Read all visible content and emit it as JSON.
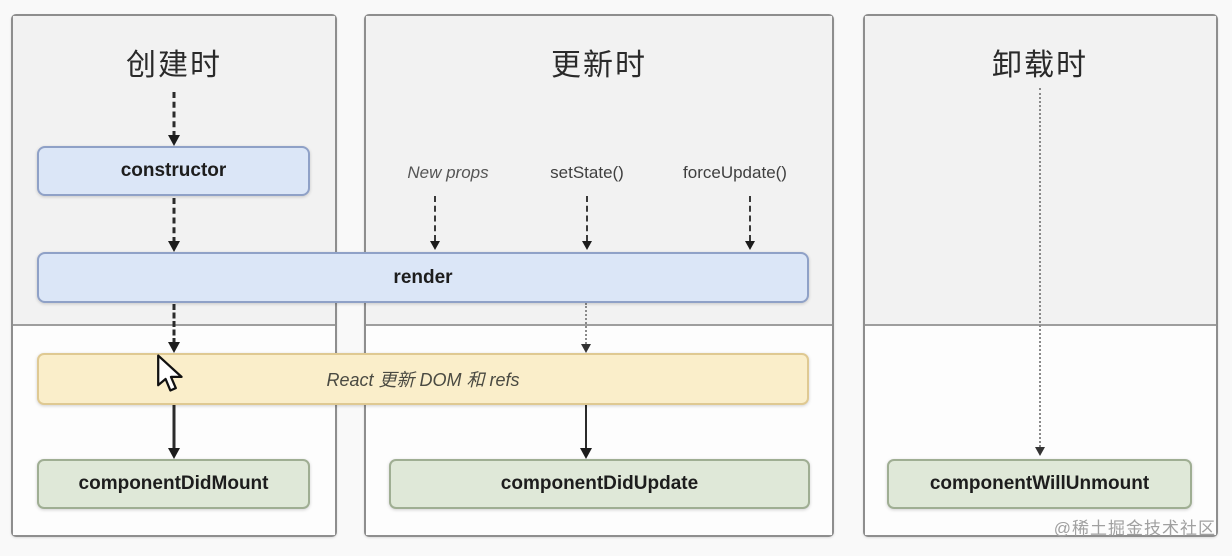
{
  "panels": [
    {
      "title": "创建时"
    },
    {
      "title": "更新时"
    },
    {
      "title": "卸载时"
    }
  ],
  "nodes": {
    "constructor": "constructor",
    "render": "render",
    "react_update": "React 更新 DOM 和 refs",
    "component_did_mount": "componentDidMount",
    "component_did_update": "componentDidUpdate",
    "component_will_unmount": "componentWillUnmount"
  },
  "update_triggers": [
    {
      "label": "New props"
    },
    {
      "label": "setState()"
    },
    {
      "label": "forceUpdate()"
    }
  ],
  "watermark": "@稀土掘金技术社区",
  "colors": {
    "page_bg": "#f9f9f9",
    "panel_top_bg": "#f2f2f2",
    "panel_bottom_bg": "#fdfdfd",
    "panel_border": "#8e8e8e",
    "divider": "#9e9e9e",
    "blue_fill": "#dbe6f7",
    "blue_border": "#8fa1c7",
    "yellow_fill": "#faeeca",
    "yellow_border": "#dfc992",
    "green_fill": "#dfe8d8",
    "green_border": "#9fae93",
    "text_dark": "#1d1d1d",
    "label_gray": "#4a4a4a",
    "watermark_gray": "#a0a0a0",
    "arrow_dark": "#2b2b2b"
  }
}
